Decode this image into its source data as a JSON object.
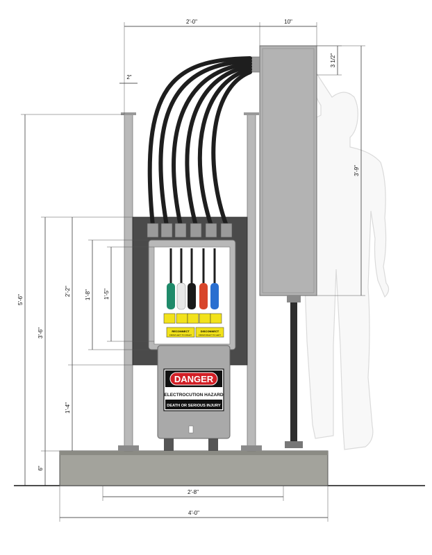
{
  "dimensions": {
    "top_width": "2'-0\"",
    "enclosure_depth": "10\"",
    "post_width": "2\"",
    "enclosure_offset": "3 1/2\"",
    "enclosure_height": "3'-9\"",
    "overall_height": "5'-6\"",
    "panel_height": "3'-6\"",
    "box_height": "2'-2\"",
    "box_inner": "1'-8\"",
    "connector_span": "1'-5\"",
    "bottom_clearance": "1'-4\"",
    "base_height": "6\"",
    "base_inner_width": "2'-8\"",
    "base_width": "4'-0\""
  },
  "labels": {
    "reconnect": "RECONNECT",
    "disconnect": "DISCONNECT",
    "reconnect_sub": "FROM LEFT TO RIGHT",
    "disconnect_sub": "FROM RIGHT TO LEFT"
  },
  "danger_sign": {
    "header": "DANGER",
    "line1": "ELECTROCUTION HAZARD",
    "line2": "DEATH OR SERIOUS INJURY"
  },
  "colors": {
    "connector_green": "#1f8a6a",
    "connector_white": "#e8e8e8",
    "connector_black": "#1a1a1a",
    "connector_red": "#d8452a",
    "connector_blue": "#2a6fd0",
    "danger_red": "#d21f26",
    "label_yellow": "#f2e21b",
    "base_concrete": "#9a9a94"
  }
}
